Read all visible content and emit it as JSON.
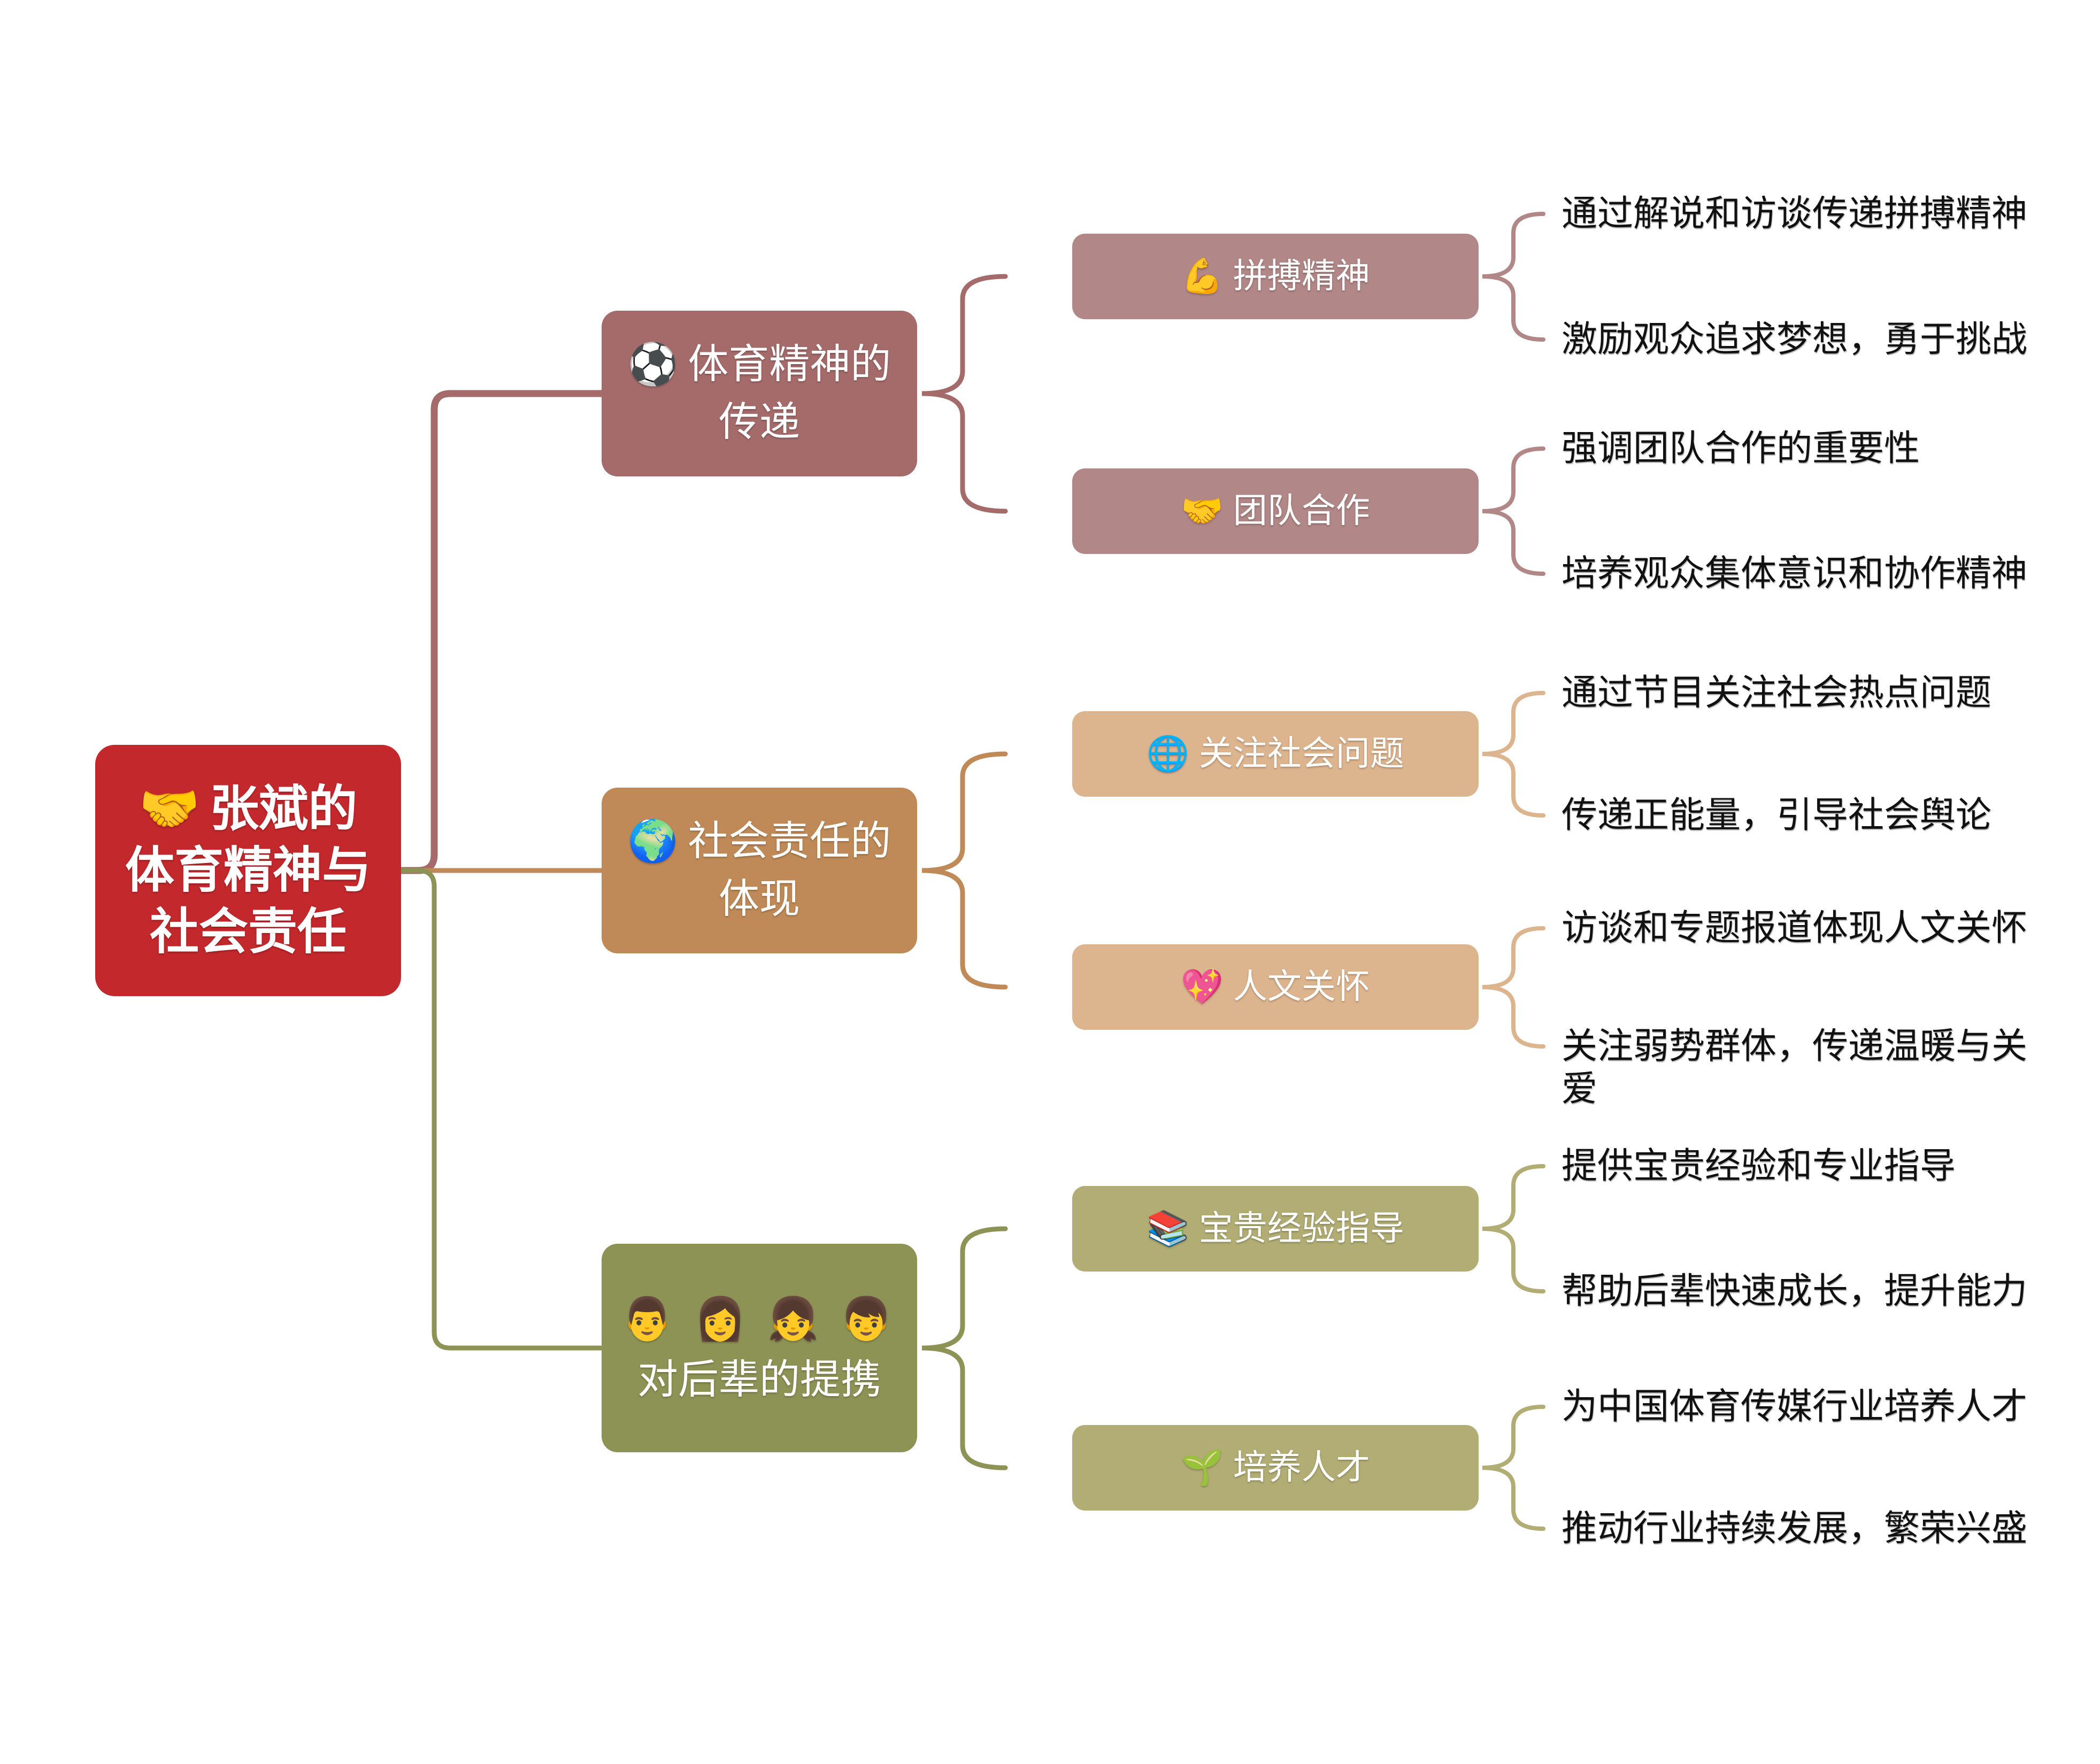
{
  "root": {
    "icon": "🤝",
    "label": "张斌的体育精神与社会责任"
  },
  "branches": [
    {
      "icon": "⚽",
      "label": "体育精神的传递",
      "children": [
        {
          "icon": "💪",
          "label": "拼搏精神",
          "leaves": [
            "通过解说和访谈传递拼搏精神",
            "激励观众追求梦想，勇于挑战"
          ]
        },
        {
          "icon": "🤝",
          "label": "团队合作",
          "leaves": [
            "强调团队合作的重要性",
            "培养观众集体意识和协作精神"
          ]
        }
      ]
    },
    {
      "icon": "🌍",
      "label": "社会责任的体现",
      "children": [
        {
          "icon": "🌐",
          "label": "关注社会问题",
          "leaves": [
            "通过节目关注社会热点问题",
            "传递正能量，引导社会舆论"
          ]
        },
        {
          "icon": "💖",
          "label": "人文关怀",
          "leaves": [
            "访谈和专题报道体现人文关怀",
            "关注弱势群体，传递温暖与关爱"
          ]
        }
      ]
    },
    {
      "icon": "👨 👩 👧 👦",
      "label": "对后辈的提携",
      "children": [
        {
          "icon": "📚",
          "label": "宝贵经验指导",
          "leaves": [
            "提供宝贵经验和专业指导",
            "帮助后辈快速成长，提升能力"
          ]
        },
        {
          "icon": "🌱",
          "label": "培养人才",
          "leaves": [
            "为中国体育传媒行业培养人才",
            "推动行业持续发展，繁荣兴盛"
          ]
        }
      ]
    }
  ],
  "colors": {
    "background": "#ffffff",
    "root": "#c2282c",
    "branch1": "#a56b6b",
    "sub1": "#b18787",
    "branch2": "#bf8a57",
    "sub2": "#dcb48e",
    "branch3": "#8d9355",
    "sub3": "#b1ad74",
    "leaf_text": "#111111"
  }
}
